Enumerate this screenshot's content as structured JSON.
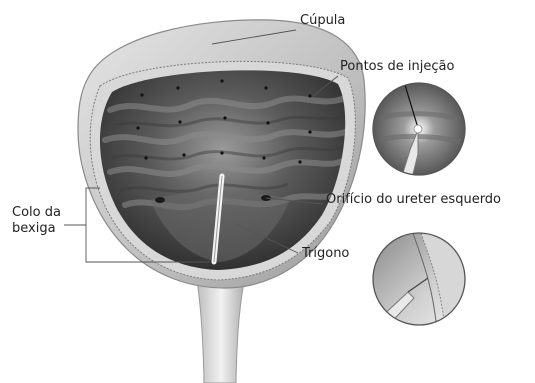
{
  "labels": {
    "cupula": "Cúpula",
    "pontos": "Pontos de injeção",
    "colo_line1": "Colo da",
    "colo_line2": "bexiga",
    "orificio": "Orifício do ureter esquerdo",
    "trigono": "Trígono"
  },
  "colors": {
    "background": "#ffffff",
    "text": "#222222",
    "leader_line": "#555555",
    "bladder_wall": "#cfcfcf",
    "bladder_interior": "#4a4a4a",
    "dot": "#111111"
  },
  "icons": {
    "needle": "needle-icon",
    "injection_dot": "injection-dot-icon"
  }
}
